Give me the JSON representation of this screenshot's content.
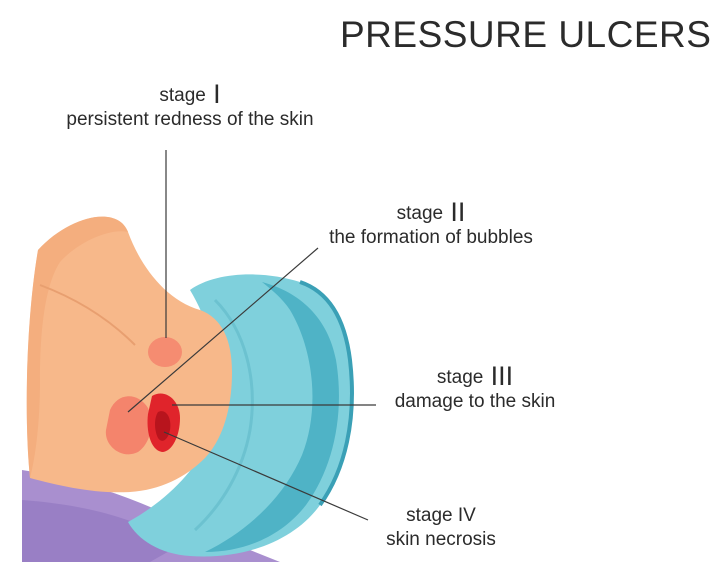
{
  "title": "PRESSURE ULCERS",
  "stages": [
    {
      "stage_word": "stage",
      "numeral": "I",
      "description": "persistent redness of the skin"
    },
    {
      "stage_word": "stage",
      "numeral": "II",
      "description": "the formation of bubbles"
    },
    {
      "stage_word": "stage",
      "numeral": "III",
      "description": "damage to the skin"
    },
    {
      "stage_word": "stage",
      "numeral": "IV",
      "description": "skin necrosis"
    }
  ],
  "colors": {
    "skin": "#f7b88a",
    "skin_shadow": "#f2a776",
    "pillow": "#7fd0dc",
    "pillow_dark": "#4fb3c6",
    "pillow_edge": "#3aa0b6",
    "sheet": "#a98fcf",
    "sheet_dark": "#8d72bd",
    "redness": "#f4846c",
    "wound": "#e0242b",
    "wound_dark": "#b8141d",
    "leader": "#3a3a3a"
  }
}
